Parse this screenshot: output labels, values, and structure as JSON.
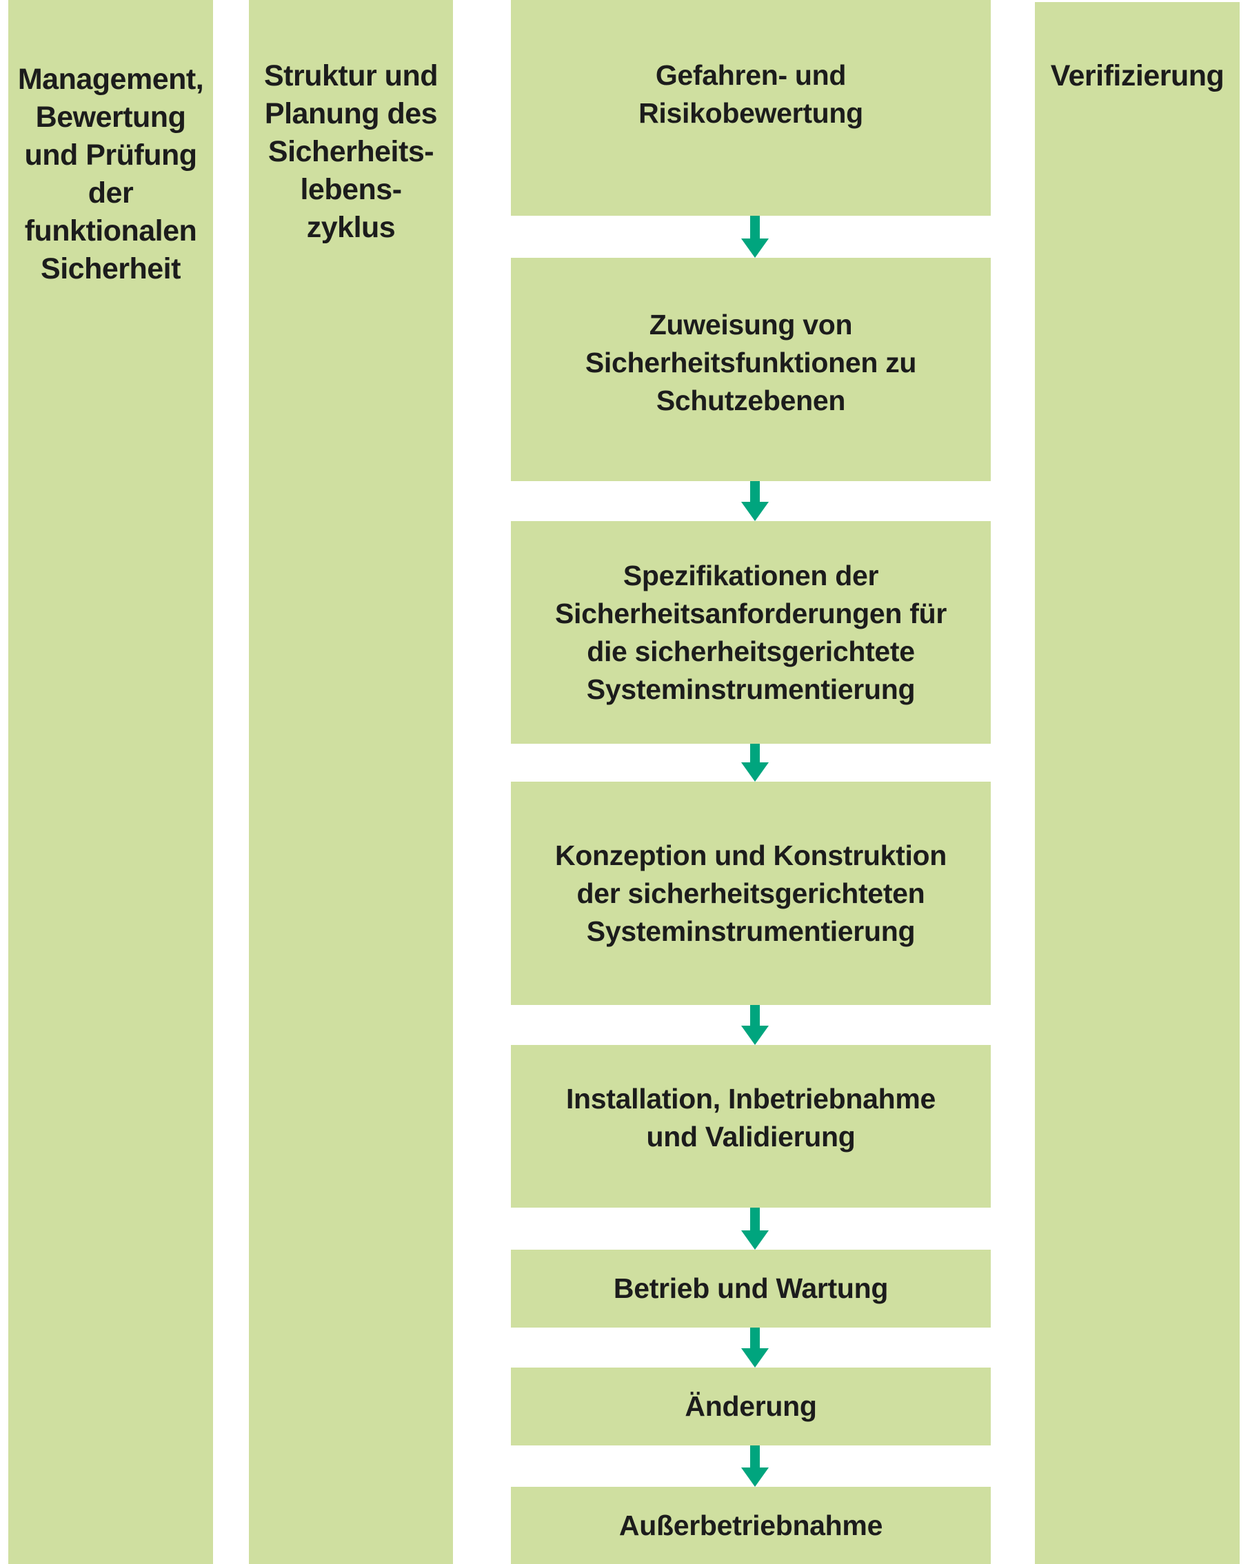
{
  "colors": {
    "panel_fill": "#cfdfa0",
    "arrow": "#00a57e",
    "text": "#1c1c1c",
    "background": "#ffffff"
  },
  "columns": {
    "management": {
      "label": "Management,\nBewertung\nund Prüfung\nder\nfunktionalen\nSicherheit"
    },
    "structure": {
      "label": "Struktur und\nPlanung des\nSicherheits-\nlebens-\nzyklus"
    },
    "verification": {
      "label": "Verifizierung"
    }
  },
  "phases": [
    {
      "label": "Gefahren- und\nRisikobewertung"
    },
    {
      "label": "Zuweisung von\nSicherheitsfunktionen zu\nSchutzebenen"
    },
    {
      "label": "Spezifikationen der\nSicherheitsanforderungen für\ndie sicherheitsgerichtete\nSysteminstrumentierung"
    },
    {
      "label": "Konzeption und Konstruktion\nder sicherheitsgerichteten\nSysteminstrumentierung"
    },
    {
      "label": "Installation, Inbetriebnahme\nund Validierung"
    },
    {
      "label": "Betrieb und Wartung"
    },
    {
      "label": "Änderung"
    },
    {
      "label": "Außerbetriebnahme"
    }
  ],
  "connectors": [
    {
      "from": 0,
      "to": 1,
      "icon": "arrow-down-icon"
    },
    {
      "from": 1,
      "to": 2,
      "icon": "arrow-down-icon"
    },
    {
      "from": 2,
      "to": 3,
      "icon": "arrow-down-icon"
    },
    {
      "from": 3,
      "to": 4,
      "icon": "arrow-down-icon"
    },
    {
      "from": 4,
      "to": 5,
      "icon": "arrow-down-icon"
    },
    {
      "from": 5,
      "to": 6,
      "icon": "arrow-down-icon"
    },
    {
      "from": 6,
      "to": 7,
      "icon": "arrow-down-icon"
    }
  ]
}
